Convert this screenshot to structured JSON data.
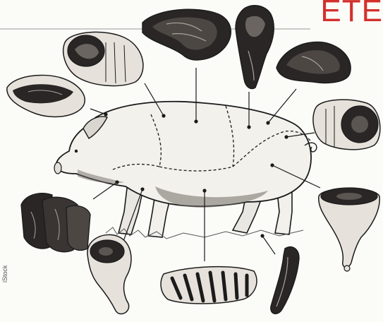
{
  "header": {
    "title_fragment": "ETE"
  },
  "credit": "iStock",
  "colors": {
    "accent": "#d3302c",
    "ink": "#1b1b1b",
    "meat": "#2a2626",
    "paper": "#fbfbf8"
  },
  "diagram": {
    "subject": "pig-icon",
    "cuts": [
      {
        "id": "cut-icon-1"
      },
      {
        "id": "cut-icon-2"
      },
      {
        "id": "cut-icon-3"
      },
      {
        "id": "cut-icon-4"
      },
      {
        "id": "cut-icon-5"
      },
      {
        "id": "cut-icon-6"
      },
      {
        "id": "cut-icon-7"
      },
      {
        "id": "cut-icon-8"
      },
      {
        "id": "cut-icon-9"
      },
      {
        "id": "cut-icon-10"
      },
      {
        "id": "cut-icon-11"
      },
      {
        "id": "cut-icon-12"
      }
    ]
  }
}
